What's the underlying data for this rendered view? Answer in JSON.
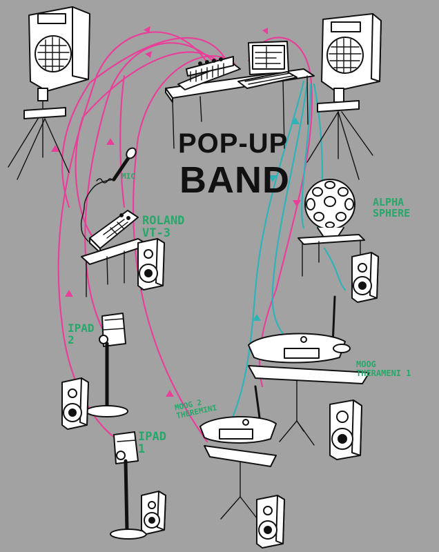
{
  "title": {
    "line1": "POP-UP",
    "line2": "BAND"
  },
  "labels": {
    "mic": "MIC",
    "roland": "ROLAND\nVT-3",
    "alpha": "ALPHA\nSPHERE",
    "ipad2": "IPAD\n2",
    "ipad1": "IPAD\n1",
    "moog1": "MOOG\nTHERAMENI 1",
    "moog2": "MOOG 2\nTHEREMINI"
  },
  "colors": {
    "background": "#a2a2a2",
    "ink": "#111111",
    "label": "#27a86a",
    "pink_cable": "#e8409a",
    "teal_cable": "#2fb3b8"
  }
}
